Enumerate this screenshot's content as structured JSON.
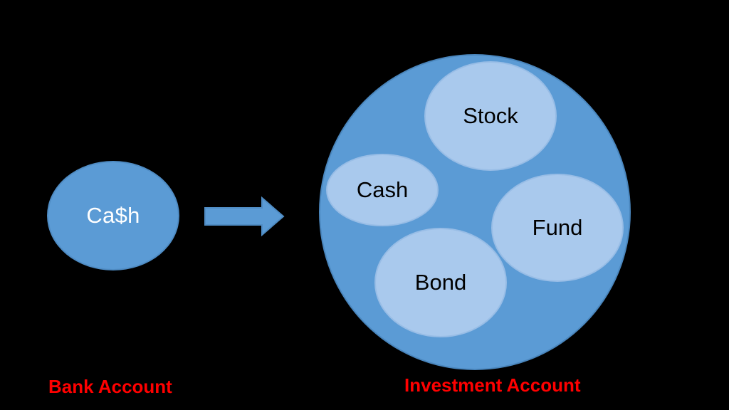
{
  "bank": {
    "node_label": "Ca$h",
    "caption": "Bank Account"
  },
  "investment": {
    "caption": "Investment Account",
    "holdings": {
      "stock": "Stock",
      "cash": "Cash",
      "fund": "Fund",
      "bond": "Bond"
    }
  },
  "colors": {
    "background": "#000000",
    "primary_blue": "#5b9bd5",
    "light_blue": "#a9c9ed",
    "caption_red": "#ff0000",
    "node_text_on_dark": "#ffffff",
    "node_text_on_light": "#000000"
  }
}
